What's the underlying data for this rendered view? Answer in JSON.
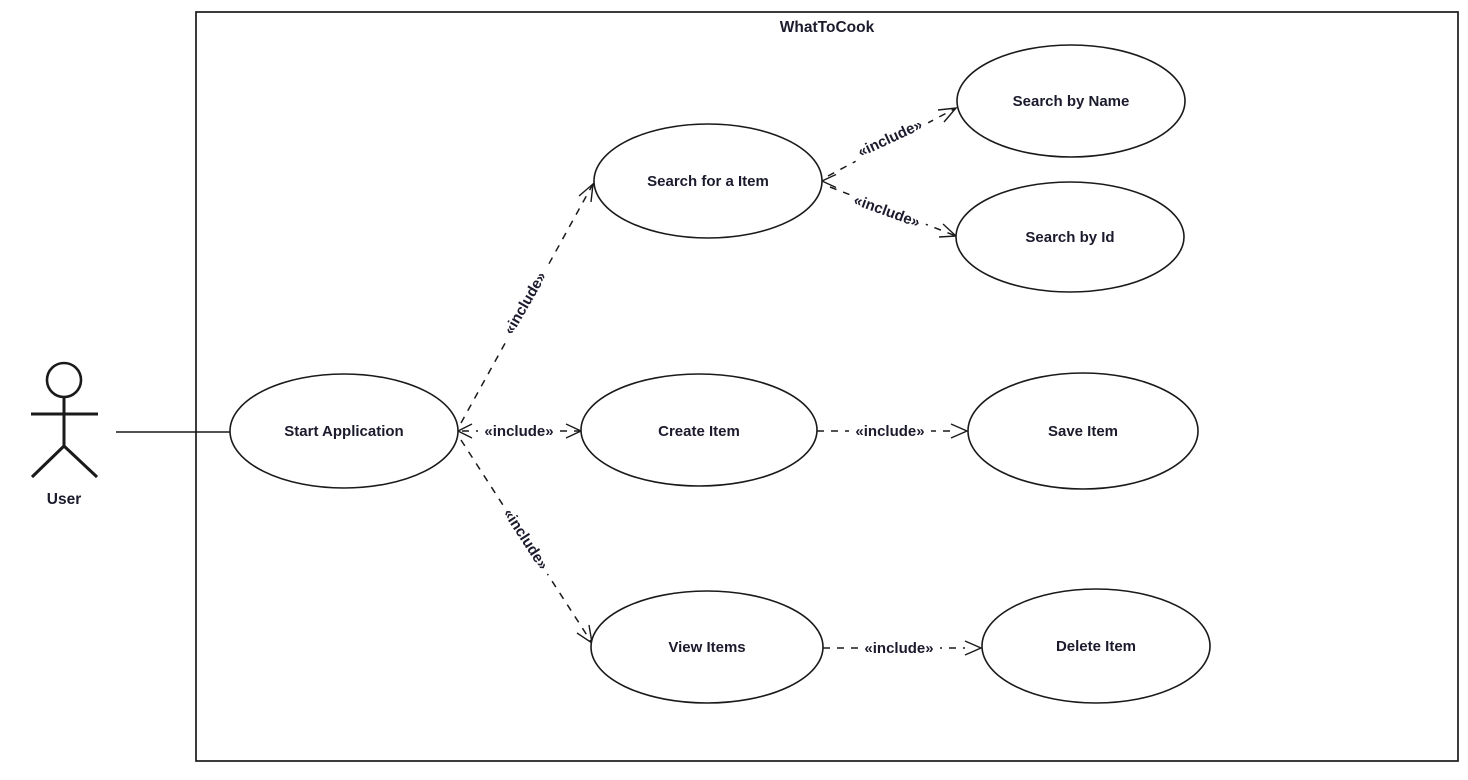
{
  "diagram": {
    "type": "uml-use-case-diagram",
    "system": {
      "title": "WhatToCook"
    },
    "actor": {
      "label": "User"
    },
    "use_cases": [
      {
        "id": "start-application",
        "label": "Start Application"
      },
      {
        "id": "search-for-a-item",
        "label": "Search for a Item"
      },
      {
        "id": "search-by-name",
        "label": "Search by Name"
      },
      {
        "id": "search-by-id",
        "label": "Search by Id"
      },
      {
        "id": "create-item",
        "label": "Create Item"
      },
      {
        "id": "save-item",
        "label": "Save Item"
      },
      {
        "id": "view-items",
        "label": "View Items"
      },
      {
        "id": "delete-item",
        "label": "Delete Item"
      }
    ],
    "relationships": [
      {
        "from": "User",
        "to": "Start Application",
        "type": "association",
        "label": ""
      },
      {
        "from": "Start Application",
        "to": "Search for a Item",
        "type": "include",
        "label": "«include»"
      },
      {
        "from": "Start Application",
        "to": "Create Item",
        "type": "include",
        "label": "«include»"
      },
      {
        "from": "Start Application",
        "to": "View Items",
        "type": "include",
        "label": "«include»"
      },
      {
        "from": "Search for a Item",
        "to": "Search by Name",
        "type": "include",
        "label": "«include»"
      },
      {
        "from": "Search for a Item",
        "to": "Search by Id",
        "type": "include",
        "label": "«include»"
      },
      {
        "from": "Create Item",
        "to": "Save Item",
        "type": "include",
        "label": "«include»"
      },
      {
        "from": "View Items",
        "to": "Delete Item",
        "type": "include",
        "label": "«include»"
      }
    ],
    "colors": {
      "line_stroke": "#1a1a1a",
      "text": "#1b1b2d",
      "background": "#ffffff",
      "shape_fill": "#ffffff"
    }
  }
}
